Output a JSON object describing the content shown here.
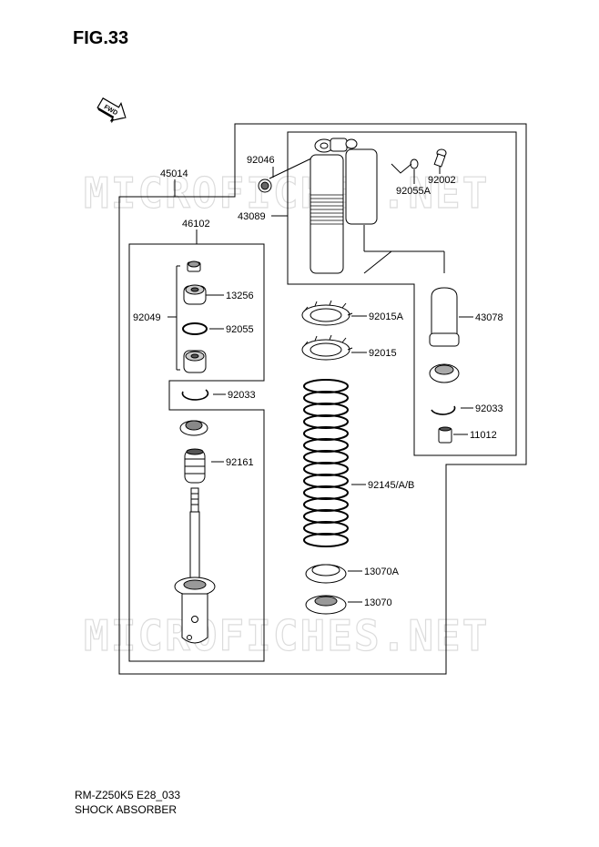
{
  "figure_title": "FIG.33",
  "footer": {
    "model_code": "RM-Z250K5 E28_033",
    "section_name": "SHOCK ABSORBER"
  },
  "watermark": "MICROFICHES.NET",
  "fwd_label": "FWD",
  "parts": {
    "p45014": "45014",
    "p46102": "46102",
    "p92046": "92046",
    "p43089": "43089",
    "p92002": "92002",
    "p92055A": "92055A",
    "p13256": "13256",
    "p92049": "92049",
    "p92055": "92055",
    "p92015A": "92015A",
    "p43078": "43078",
    "p92015": "92015",
    "p92033_left": "92033",
    "p92033_right": "92033",
    "p11012": "11012",
    "p92161": "92161",
    "p92145": "92145/A/B",
    "p13070A": "13070A",
    "p13070": "13070"
  }
}
